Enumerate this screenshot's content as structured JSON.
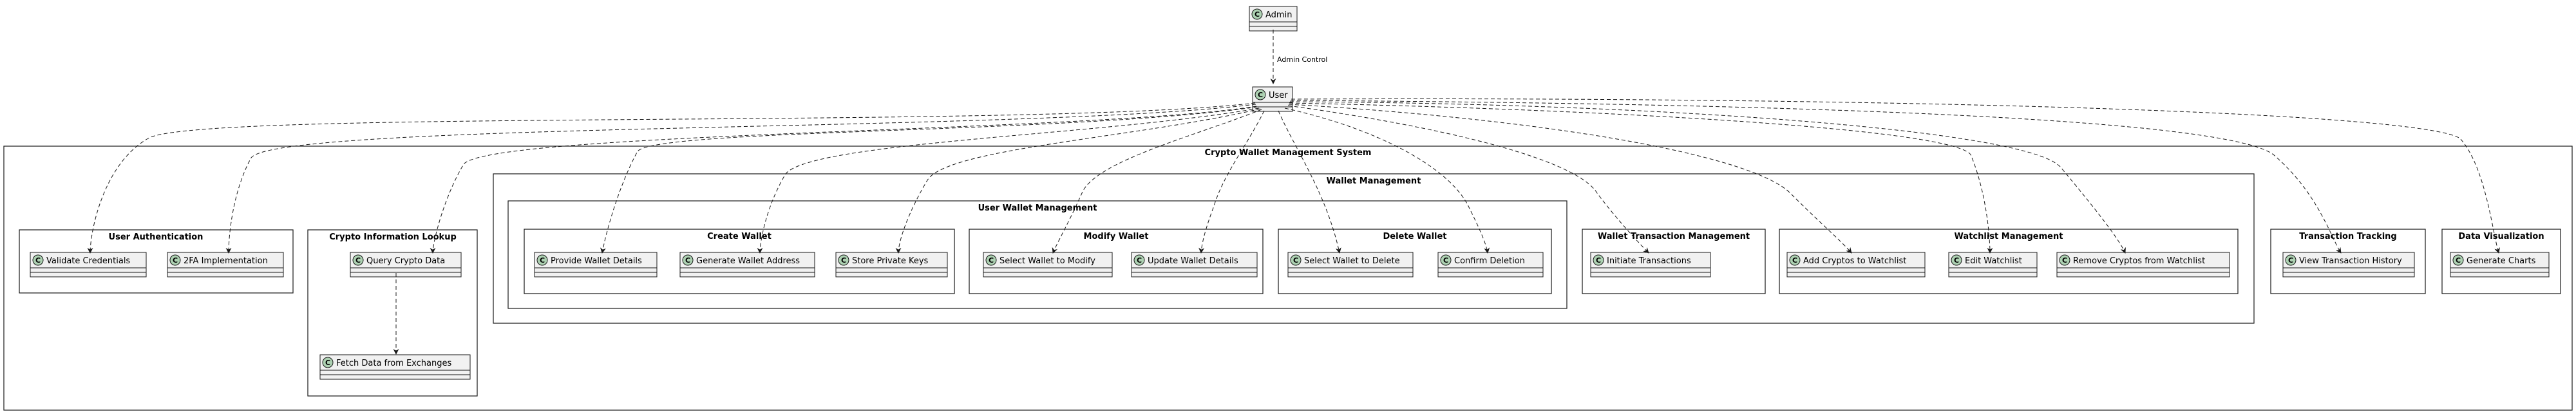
{
  "actors": {
    "admin": "Admin",
    "user": "User"
  },
  "edge_labels": {
    "admin_to_user": "Admin Control"
  },
  "class_badge_letter": "C",
  "colors": {
    "class_fill": "#f1f1f1",
    "badge_fill": "#add1b2",
    "line": "#181818"
  },
  "packages": {
    "system": "Crypto Wallet Management System",
    "user_auth": "User Authentication",
    "crypto_lookup": "Crypto Information Lookup",
    "wallet_mgmt": "Wallet Management",
    "user_wallet_mgmt": "User Wallet Management",
    "create_wallet": "Create Wallet",
    "modify_wallet": "Modify Wallet",
    "delete_wallet": "Delete Wallet",
    "wallet_tx_mgmt": "Wallet Transaction Management",
    "watchlist_mgmt": "Watchlist Management",
    "tx_tracking": "Transaction Tracking",
    "data_vis": "Data Visualization"
  },
  "classes": {
    "validate_credentials": "Validate Credentials",
    "twofa": "2FA Implementation",
    "query_crypto": "Query Crypto Data",
    "fetch_exchanges": "Fetch Data from Exchanges",
    "provide_wallet_details": "Provide Wallet Details",
    "generate_wallet_address": "Generate Wallet Address",
    "store_private_keys": "Store Private Keys",
    "select_wallet_modify": "Select Wallet to Modify",
    "update_wallet_details": "Update Wallet Details",
    "select_wallet_delete": "Select Wallet to Delete",
    "confirm_deletion": "Confirm Deletion",
    "initiate_transactions": "Initiate Transactions",
    "add_cryptos_watchlist": "Add Cryptos to Watchlist",
    "edit_watchlist": "Edit Watchlist",
    "remove_cryptos_watchlist": "Remove Cryptos from Watchlist",
    "view_tx_history": "View Transaction History",
    "generate_charts": "Generate Charts"
  }
}
